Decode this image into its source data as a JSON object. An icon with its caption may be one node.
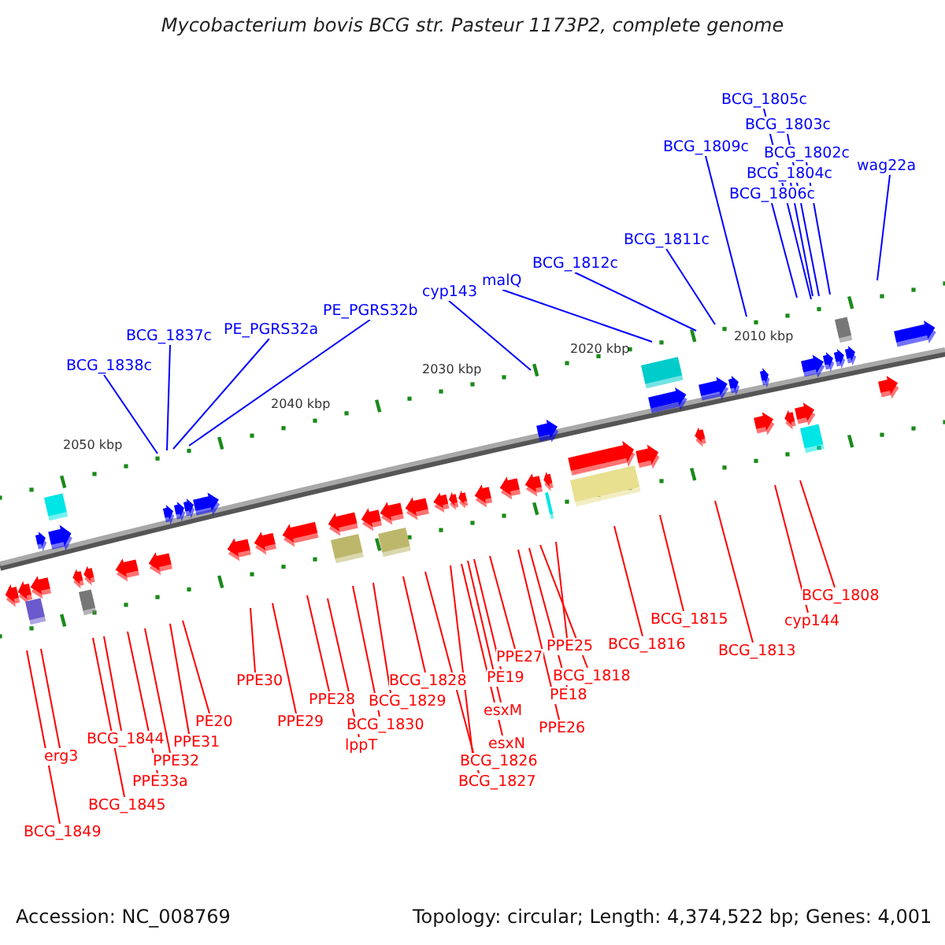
{
  "diagram": {
    "title": "Mycobacterium bovis BCG str. Pasteur 1173P2, complete genome",
    "nodes": [
      {
        "text": [
          "BCG_1838c"
        ]
      },
      {
        "text": [
          "BCG_1837c"
        ]
      },
      {
        "text": [
          "PE_PGRS32a"
        ]
      },
      {
        "text": [
          "PE_PGRS32b"
        ]
      },
      {
        "text": [
          "cyp143"
        ]
      },
      {
        "text": [
          "malQ"
        ]
      },
      {
        "text": [
          "BCG_1812c"
        ]
      },
      {
        "text": [
          "BCG_1811c"
        ]
      },
      {
        "text": [
          "BCG_1809c"
        ]
      },
      {
        "text": [
          "BCG_1805c"
        ]
      },
      {
        "text": [
          "BCG_1803c"
        ]
      },
      {
        "text": [
          "BCG_1802c"
        ]
      },
      {
        "text": [
          "BCG_1804c"
        ]
      },
      {
        "text": [
          "BCG_1806c"
        ]
      },
      {
        "text": [
          "wag22a"
        ]
      },
      {
        "text": [
          "BCG_1849"
        ]
      },
      {
        "text": [
          "erg3"
        ]
      },
      {
        "text": [
          "BCG_1844"
        ]
      },
      {
        "text": [
          "BCG_1845"
        ]
      },
      {
        "text": [
          "PPE33a"
        ]
      },
      {
        "text": [
          "PPE32"
        ]
      },
      {
        "text": [
          "PPE31"
        ]
      },
      {
        "text": [
          "PE20"
        ]
      },
      {
        "text": [
          "PPE30"
        ]
      },
      {
        "text": [
          "PPE29"
        ]
      },
      {
        "text": [
          "PPE28"
        ]
      },
      {
        "text": [
          "lppT"
        ]
      },
      {
        "text": [
          "BCG_1830"
        ]
      },
      {
        "text": [
          "BCG_1829"
        ]
      },
      {
        "text": [
          "BCG_1828"
        ]
      },
      {
        "text": [
          "BCG_1827"
        ]
      },
      {
        "text": [
          "BCG_1826"
        ]
      },
      {
        "text": [
          "esxN"
        ]
      },
      {
        "text": [
          "esxM"
        ]
      },
      {
        "text": [
          "PE19"
        ]
      },
      {
        "text": [
          "PPE27"
        ]
      },
      {
        "text": [
          "PPE26"
        ]
      },
      {
        "text": [
          "PE18"
        ]
      },
      {
        "text": [
          "BCG_1818"
        ]
      },
      {
        "text": [
          "PPE25"
        ]
      },
      {
        "text": [
          "BCG_1816"
        ]
      },
      {
        "text": [
          "BCG_1815"
        ]
      },
      {
        "text": [
          "BCG_1813"
        ]
      },
      {
        "text": [
          "cyp144"
        ]
      },
      {
        "text": [
          "BCG_1808"
        ]
      }
    ],
    "edges": [
      {
        "from": 0,
        "to": null,
        "arrow": "none",
        "color": "#0000ff"
      },
      {
        "from": 1,
        "to": null,
        "arrow": "none",
        "color": "#0000ff"
      },
      {
        "from": 2,
        "to": null,
        "arrow": "none",
        "color": "#0000ff"
      },
      {
        "from": 3,
        "to": null,
        "arrow": "none",
        "color": "#0000ff"
      },
      {
        "from": 4,
        "to": null,
        "arrow": "none",
        "color": "#0000ff"
      },
      {
        "from": 5,
        "to": null,
        "arrow": "none",
        "color": "#0000ff"
      },
      {
        "from": 6,
        "to": null,
        "arrow": "none",
        "color": "#0000ff"
      },
      {
        "from": 7,
        "to": null,
        "arrow": "none",
        "color": "#0000ff"
      },
      {
        "from": 8,
        "to": null,
        "arrow": "none",
        "color": "#0000ff"
      },
      {
        "from": 9,
        "to": null,
        "arrow": "none",
        "color": "#0000ff"
      },
      {
        "from": 10,
        "to": null,
        "arrow": "none",
        "color": "#0000ff"
      },
      {
        "from": 11,
        "to": null,
        "arrow": "none",
        "color": "#0000ff"
      },
      {
        "from": 12,
        "to": null,
        "arrow": "none",
        "color": "#0000ff"
      },
      {
        "from": 13,
        "to": null,
        "arrow": "none",
        "color": "#0000ff"
      },
      {
        "from": 14,
        "to": null,
        "arrow": "none",
        "color": "#0000ff"
      },
      {
        "from": 15,
        "to": null,
        "arrow": "none"
      },
      {
        "from": 16,
        "to": null,
        "arrow": "none"
      },
      {
        "from": 17,
        "to": null,
        "arrow": "none"
      },
      {
        "from": 18,
        "to": null,
        "arrow": "none"
      },
      {
        "from": 19,
        "to": null,
        "arrow": "none"
      },
      {
        "from": 20,
        "to": null,
        "arrow": "none"
      },
      {
        "from": 21,
        "to": null,
        "arrow": "none"
      },
      {
        "from": 22,
        "to": null,
        "arrow": "none"
      },
      {
        "from": 23,
        "to": null,
        "arrow": "none"
      },
      {
        "from": 24,
        "to": null,
        "arrow": "none"
      },
      {
        "from": 25,
        "to": null,
        "arrow": "none"
      },
      {
        "from": 26,
        "to": null,
        "arrow": "none"
      },
      {
        "from": 27,
        "to": null,
        "arrow": "none"
      },
      {
        "from": 28,
        "to": null,
        "arrow": "none"
      },
      {
        "from": 29,
        "to": null,
        "arrow": "none"
      },
      {
        "from": 30,
        "to": null,
        "arrow": "none"
      },
      {
        "from": 31,
        "to": null,
        "arrow": "none"
      },
      {
        "from": 32,
        "to": null,
        "arrow": "none"
      },
      {
        "from": 33,
        "to": null,
        "arrow": "none"
      },
      {
        "from": 34,
        "to": null,
        "arrow": "none"
      },
      {
        "from": 35,
        "to": null,
        "arrow": "none"
      },
      {
        "from": 36,
        "to": null,
        "arrow": "none"
      },
      {
        "from": 37,
        "to": null,
        "arrow": "none"
      },
      {
        "from": 38,
        "to": null,
        "arrow": "none"
      },
      {
        "from": 39,
        "to": null,
        "arrow": "none"
      },
      {
        "from": 40,
        "to": null,
        "arrow": "none"
      },
      {
        "from": 41,
        "to": null,
        "arrow": "none"
      },
      {
        "from": 42,
        "to": null,
        "arrow": "none"
      },
      {
        "from": 43,
        "to": null,
        "arrow": "none"
      },
      {
        "from": 44,
        "to": null,
        "arrow": "none"
      }
    ],
    "labels": [
      "2010 kbp",
      "2020 kbp",
      "2030 kbp",
      "2040 kbp",
      "2050 kbp",
      "Accession: NC_008769",
      "Topology: circular; Length: 4,374,522 bp; Genes: 4,001"
    ]
  }
}
